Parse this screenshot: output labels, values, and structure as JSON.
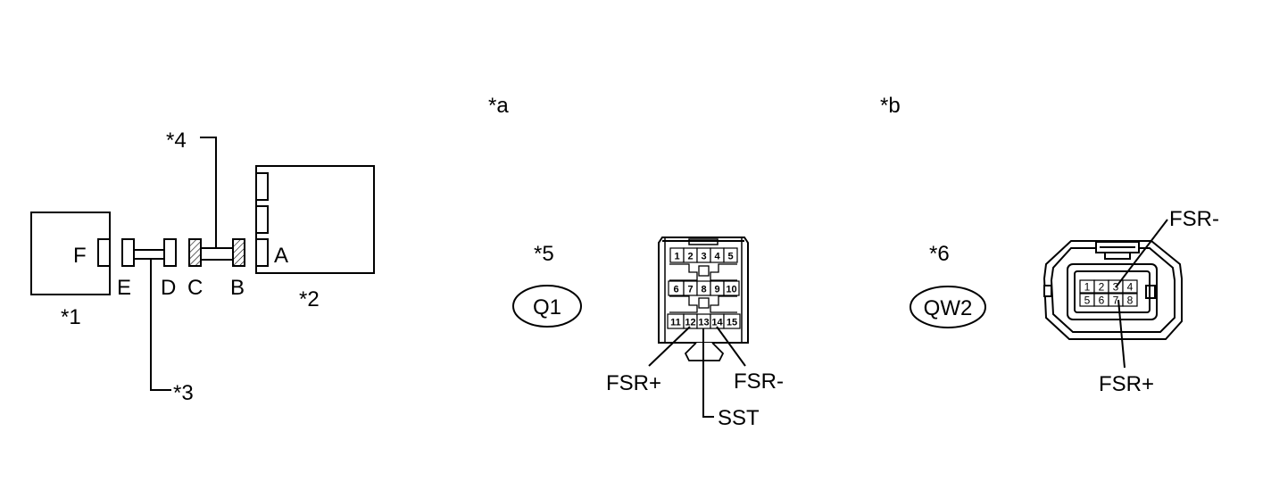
{
  "wiring": {
    "star1": "*1",
    "star2": "*2",
    "star3": "*3",
    "star4": "*4",
    "letters": {
      "f": "F",
      "e": "E",
      "d": "D",
      "c": "C",
      "b": "B",
      "a": "A"
    }
  },
  "view_a": {
    "marker": "*a",
    "callout": "*5",
    "connector_code": "Q1",
    "pins": [
      "1",
      "2",
      "3",
      "4",
      "5",
      "6",
      "7",
      "8",
      "9",
      "10",
      "11",
      "12",
      "13",
      "14",
      "15"
    ],
    "fsr_plus": "FSR+",
    "fsr_minus": "FSR-",
    "sst": "SST"
  },
  "view_b": {
    "marker": "*b",
    "callout": "*6",
    "connector_code": "QW2",
    "pins": [
      "1",
      "2",
      "3",
      "4",
      "5",
      "6",
      "7",
      "8"
    ],
    "fsr_minus": "FSR-",
    "fsr_plus": "FSR+"
  }
}
